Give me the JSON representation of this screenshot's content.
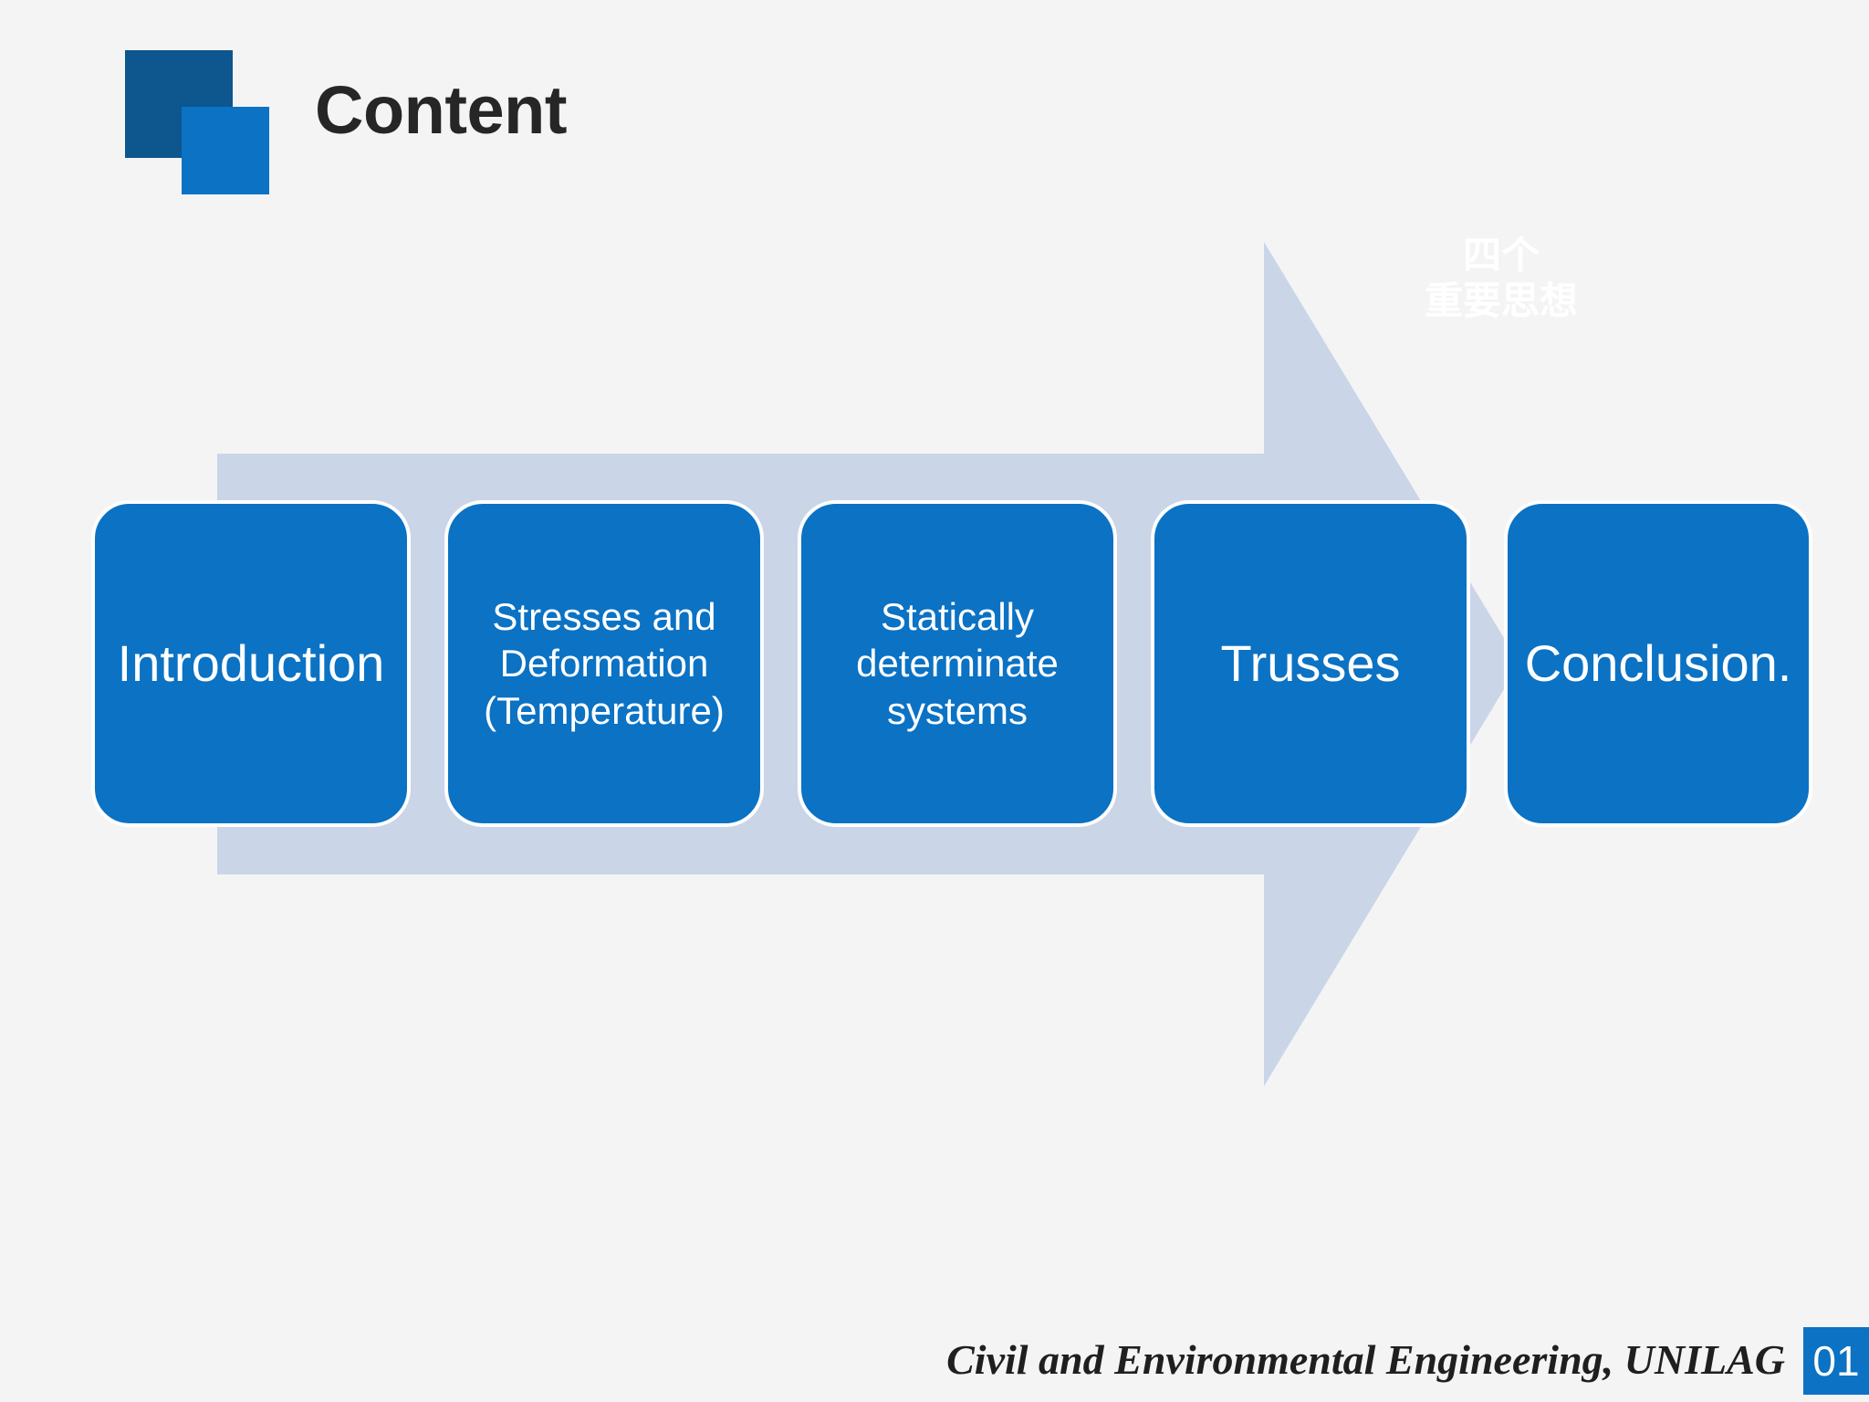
{
  "slide": {
    "title": "Content",
    "background_color": "#f4f4f4",
    "accent_color": "#0B72C4",
    "accent_dark_color": "#0E568E"
  },
  "logo": {
    "dark_square_color": "#0E568E",
    "light_square_color": "#0B72C4"
  },
  "arrow": {
    "fill_color": "#CBD5E8",
    "annotation_line_1": "四个",
    "annotation_line_2": "重要思想",
    "annotation": "四个\n重要思想",
    "annotation_color": "#ffffff"
  },
  "steps": [
    {
      "index": 1,
      "label": "Introduction",
      "size": "lg"
    },
    {
      "index": 2,
      "label": "Stresses and\nDeformation\n(Temperature)",
      "size": "sm"
    },
    {
      "index": 3,
      "label": "Statically\ndeterminate\nsystems",
      "size": "sm"
    },
    {
      "index": 4,
      "label": "Trusses",
      "size": "lg"
    },
    {
      "index": 5,
      "label": "Conclusion.",
      "size": "lg"
    }
  ],
  "footer": {
    "text": "Civil and Environmental Engineering, UNILAG",
    "page_number": "01",
    "badge_color": "#0B72C4"
  }
}
